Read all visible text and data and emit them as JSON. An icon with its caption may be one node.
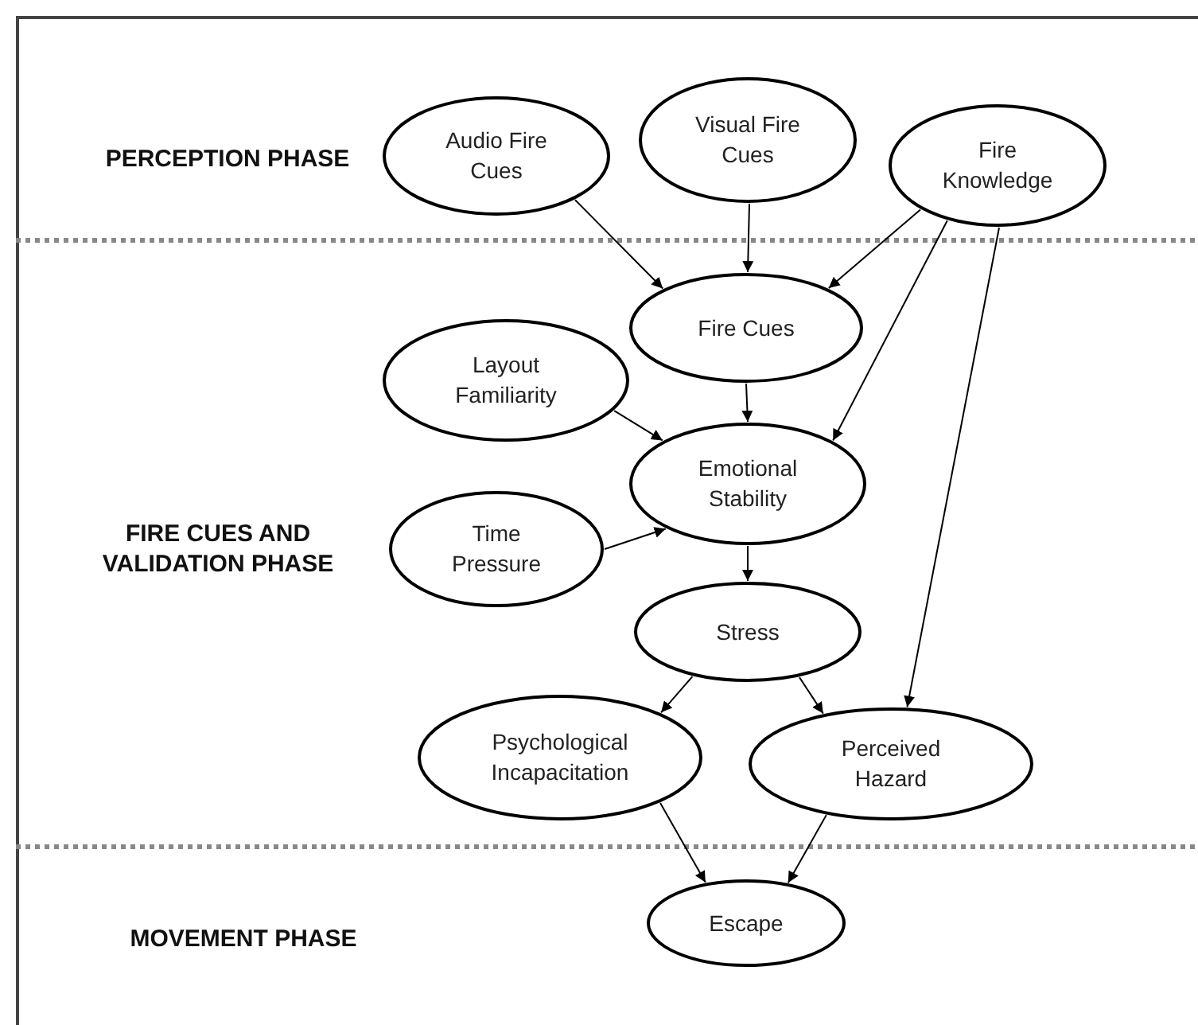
{
  "diagram": {
    "nodes": [
      {
        "text": [
          "Audio Fire Cues"
        ]
      },
      {
        "text": [
          "Visual Fire Cues"
        ]
      },
      {
        "text": [
          "Fire Knowledge"
        ]
      },
      {
        "text": [
          "Fire Cues"
        ]
      },
      {
        "text": [
          "Layout Familiarity"
        ]
      },
      {
        "text": [
          "Emotional Stability"
        ]
      },
      {
        "text": [
          "Time Pressure"
        ]
      },
      {
        "text": [
          "Stress"
        ]
      },
      {
        "text": [
          "Psychological Incapacitation"
        ]
      },
      {
        "text": [
          "Perceived Hazard"
        ]
      },
      {
        "text": [
          "Escape"
        ]
      }
    ],
    "edges": [
      {
        "from": 0,
        "to": 3,
        "arrow": "to"
      },
      {
        "from": 1,
        "to": 3,
        "arrow": "to"
      },
      {
        "from": 2,
        "to": 3,
        "arrow": "to"
      },
      {
        "from": 2,
        "to": 5,
        "arrow": "to"
      },
      {
        "from": 2,
        "to": 9,
        "arrow": "to"
      },
      {
        "from": 3,
        "to": 5,
        "arrow": "to"
      },
      {
        "from": 4,
        "to": 5,
        "arrow": "to"
      },
      {
        "from": 6,
        "to": 5,
        "arrow": "to"
      },
      {
        "from": 5,
        "to": 7,
        "arrow": "to"
      },
      {
        "from": 7,
        "to": 8,
        "arrow": "to"
      },
      {
        "from": 7,
        "to": 9,
        "arrow": "to"
      },
      {
        "from": 8,
        "to": 10,
        "arrow": "to"
      },
      {
        "from": 9,
        "to": 10,
        "arrow": "to"
      }
    ],
    "labels": [
      "PERCEPTION PHASE",
      "FIRE CUES AND VALIDATION PHASE",
      "MOVEMENT PHASE"
    ]
  }
}
